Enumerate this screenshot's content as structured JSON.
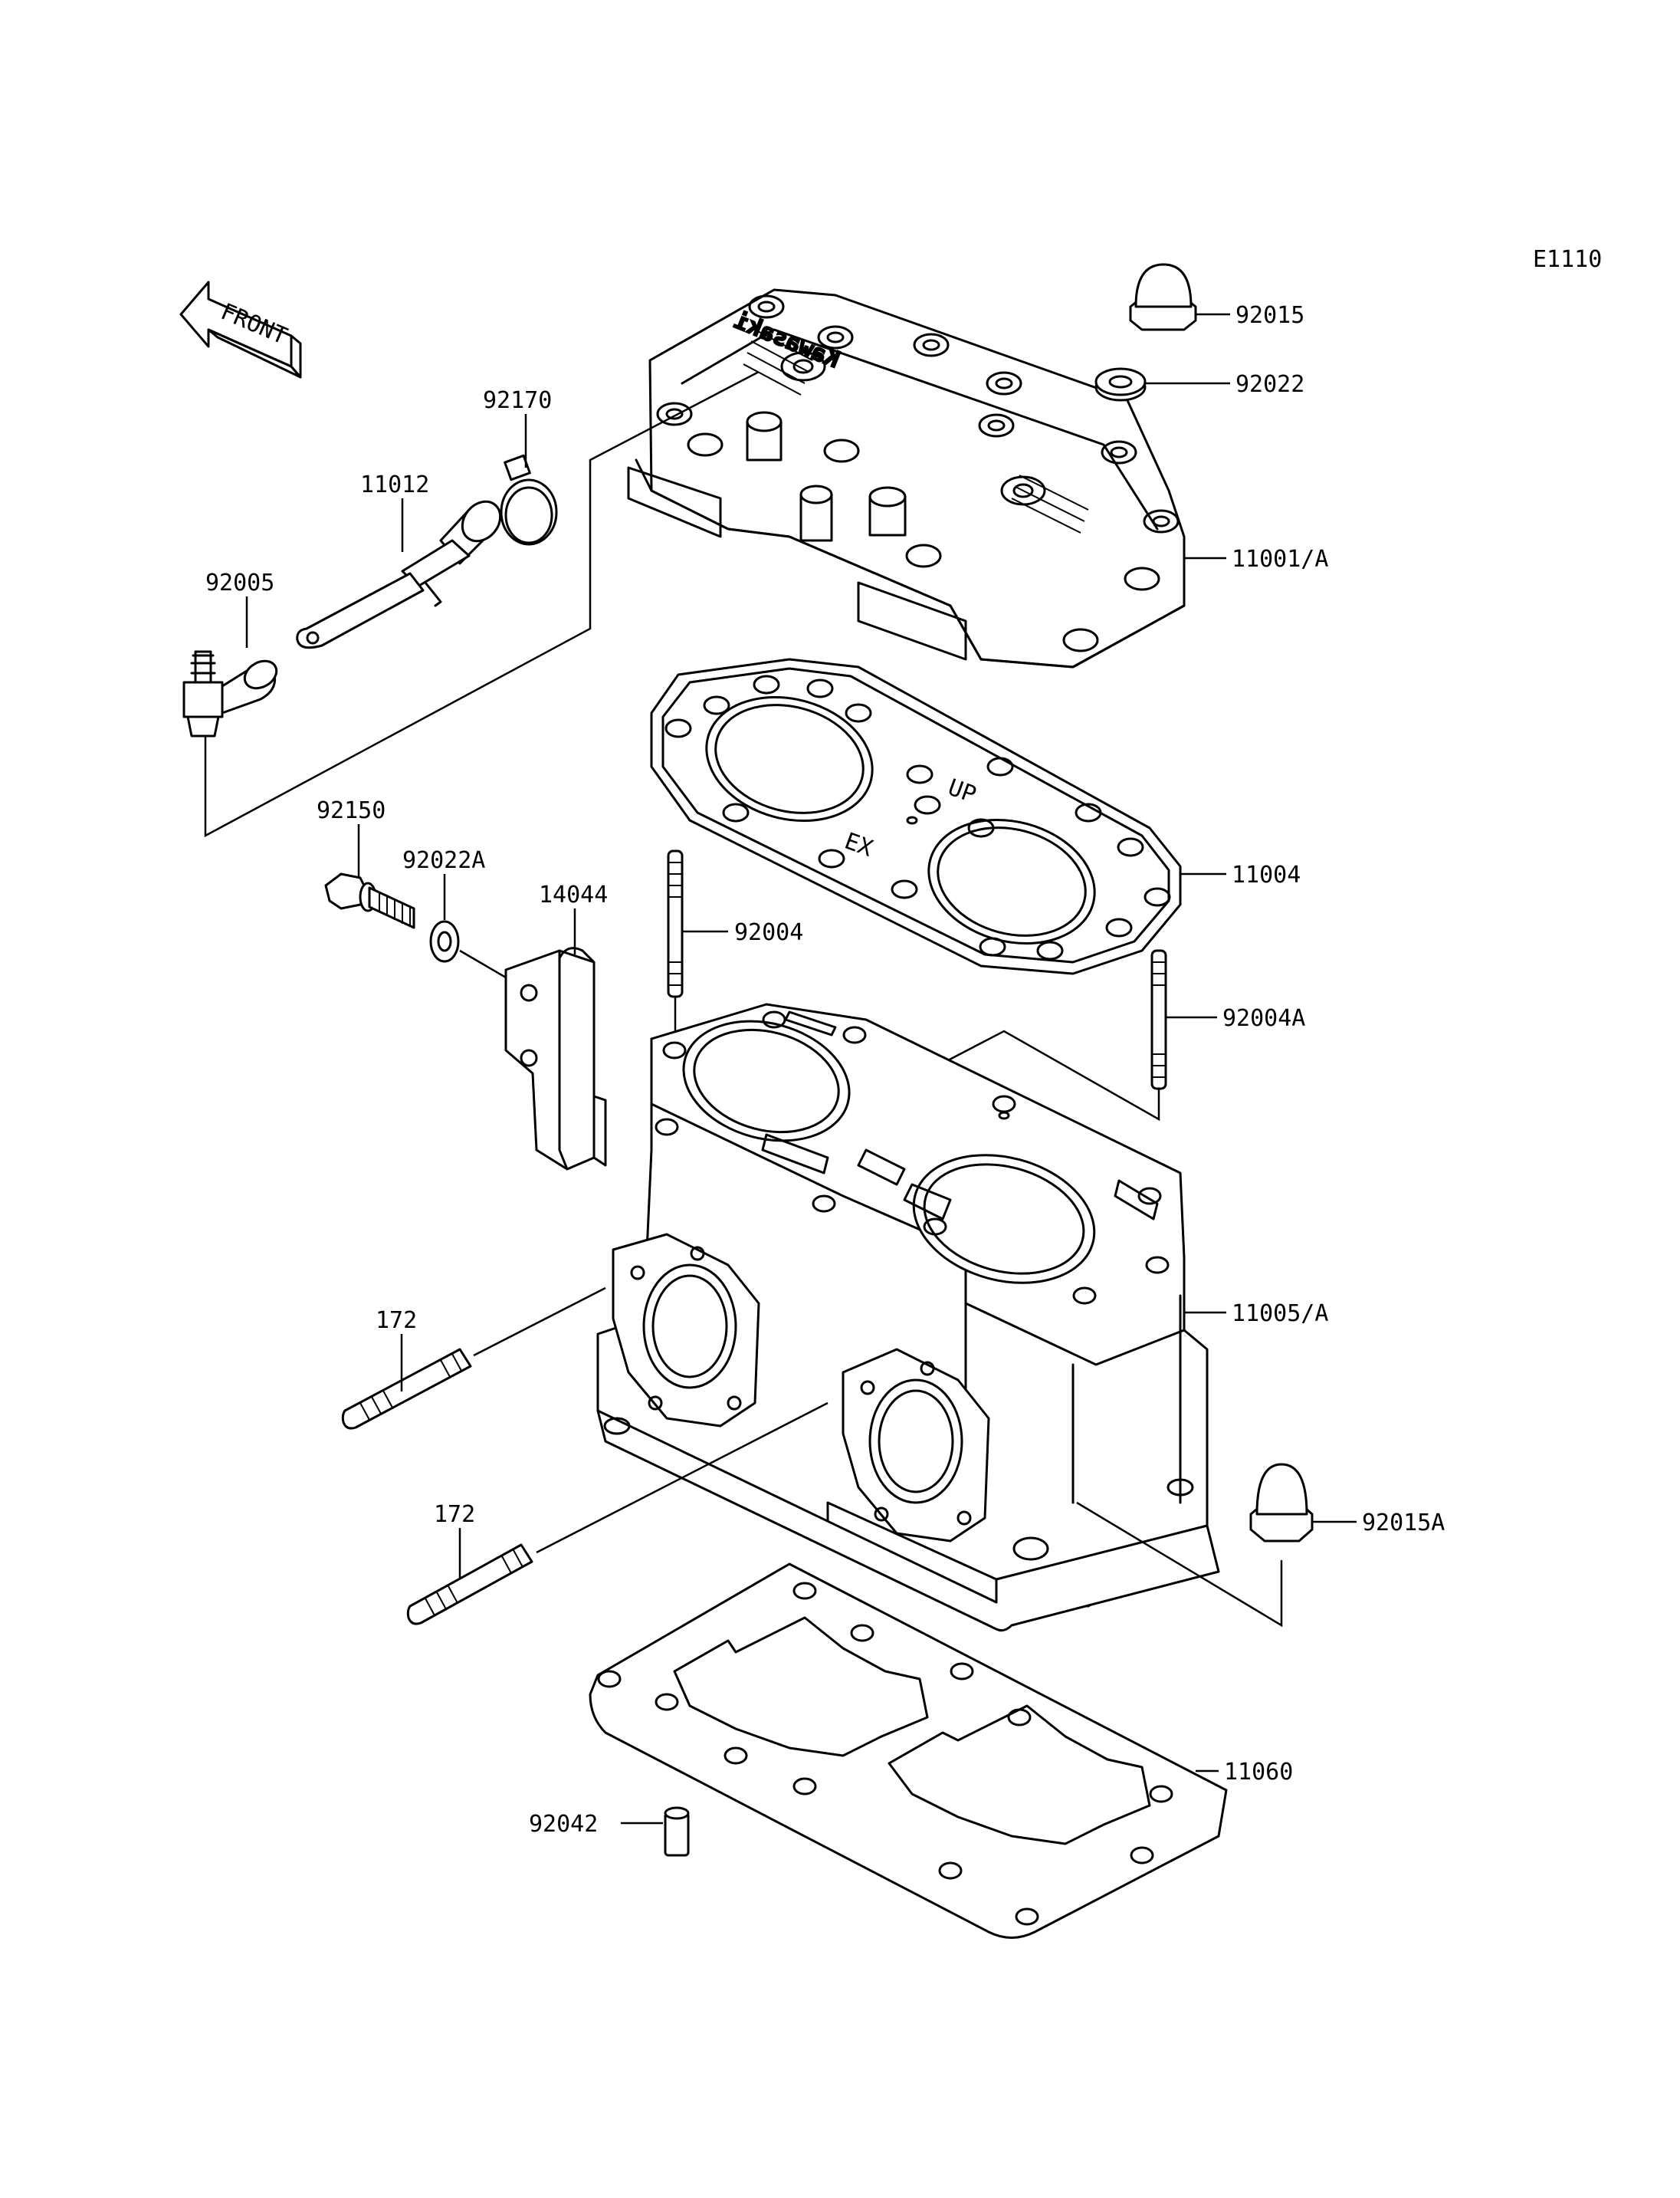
{
  "diagram": {
    "code": "E1110",
    "front_label": "FRONT",
    "head_logo": "Kawasaki",
    "gasket_marks": {
      "up": "UP",
      "ex": "EX"
    }
  },
  "parts": [
    {
      "id": "p-92015",
      "number": "92015",
      "name_hint": "cap-nut"
    },
    {
      "id": "p-92022",
      "number": "92022",
      "name_hint": "washer"
    },
    {
      "id": "p-92170",
      "number": "92170",
      "name_hint": "clamp"
    },
    {
      "id": "p-11012",
      "number": "11012",
      "name_hint": "hose-fitting"
    },
    {
      "id": "p-92005",
      "number": "92005",
      "name_hint": "elbow-fitting"
    },
    {
      "id": "p-11001A",
      "number": "11001/A",
      "name_hint": "cylinder-head"
    },
    {
      "id": "p-11004",
      "number": "11004",
      "name_hint": "head-gasket"
    },
    {
      "id": "p-92150",
      "number": "92150",
      "name_hint": "bolt"
    },
    {
      "id": "p-92022A",
      "number": "92022A",
      "name_hint": "washer"
    },
    {
      "id": "p-14044",
      "number": "14044",
      "name_hint": "bracket"
    },
    {
      "id": "p-92004",
      "number": "92004",
      "name_hint": "stud"
    },
    {
      "id": "p-92004A",
      "number": "92004A",
      "name_hint": "stud"
    },
    {
      "id": "p-11005A",
      "number": "11005/A",
      "name_hint": "cylinder"
    },
    {
      "id": "p-172a",
      "number": "172",
      "name_hint": "stud"
    },
    {
      "id": "p-172b",
      "number": "172",
      "name_hint": "stud"
    },
    {
      "id": "p-92015A",
      "number": "92015A",
      "name_hint": "cap-nut"
    },
    {
      "id": "p-11060",
      "number": "11060",
      "name_hint": "base-gasket"
    },
    {
      "id": "p-92042",
      "number": "92042",
      "name_hint": "pin"
    }
  ]
}
